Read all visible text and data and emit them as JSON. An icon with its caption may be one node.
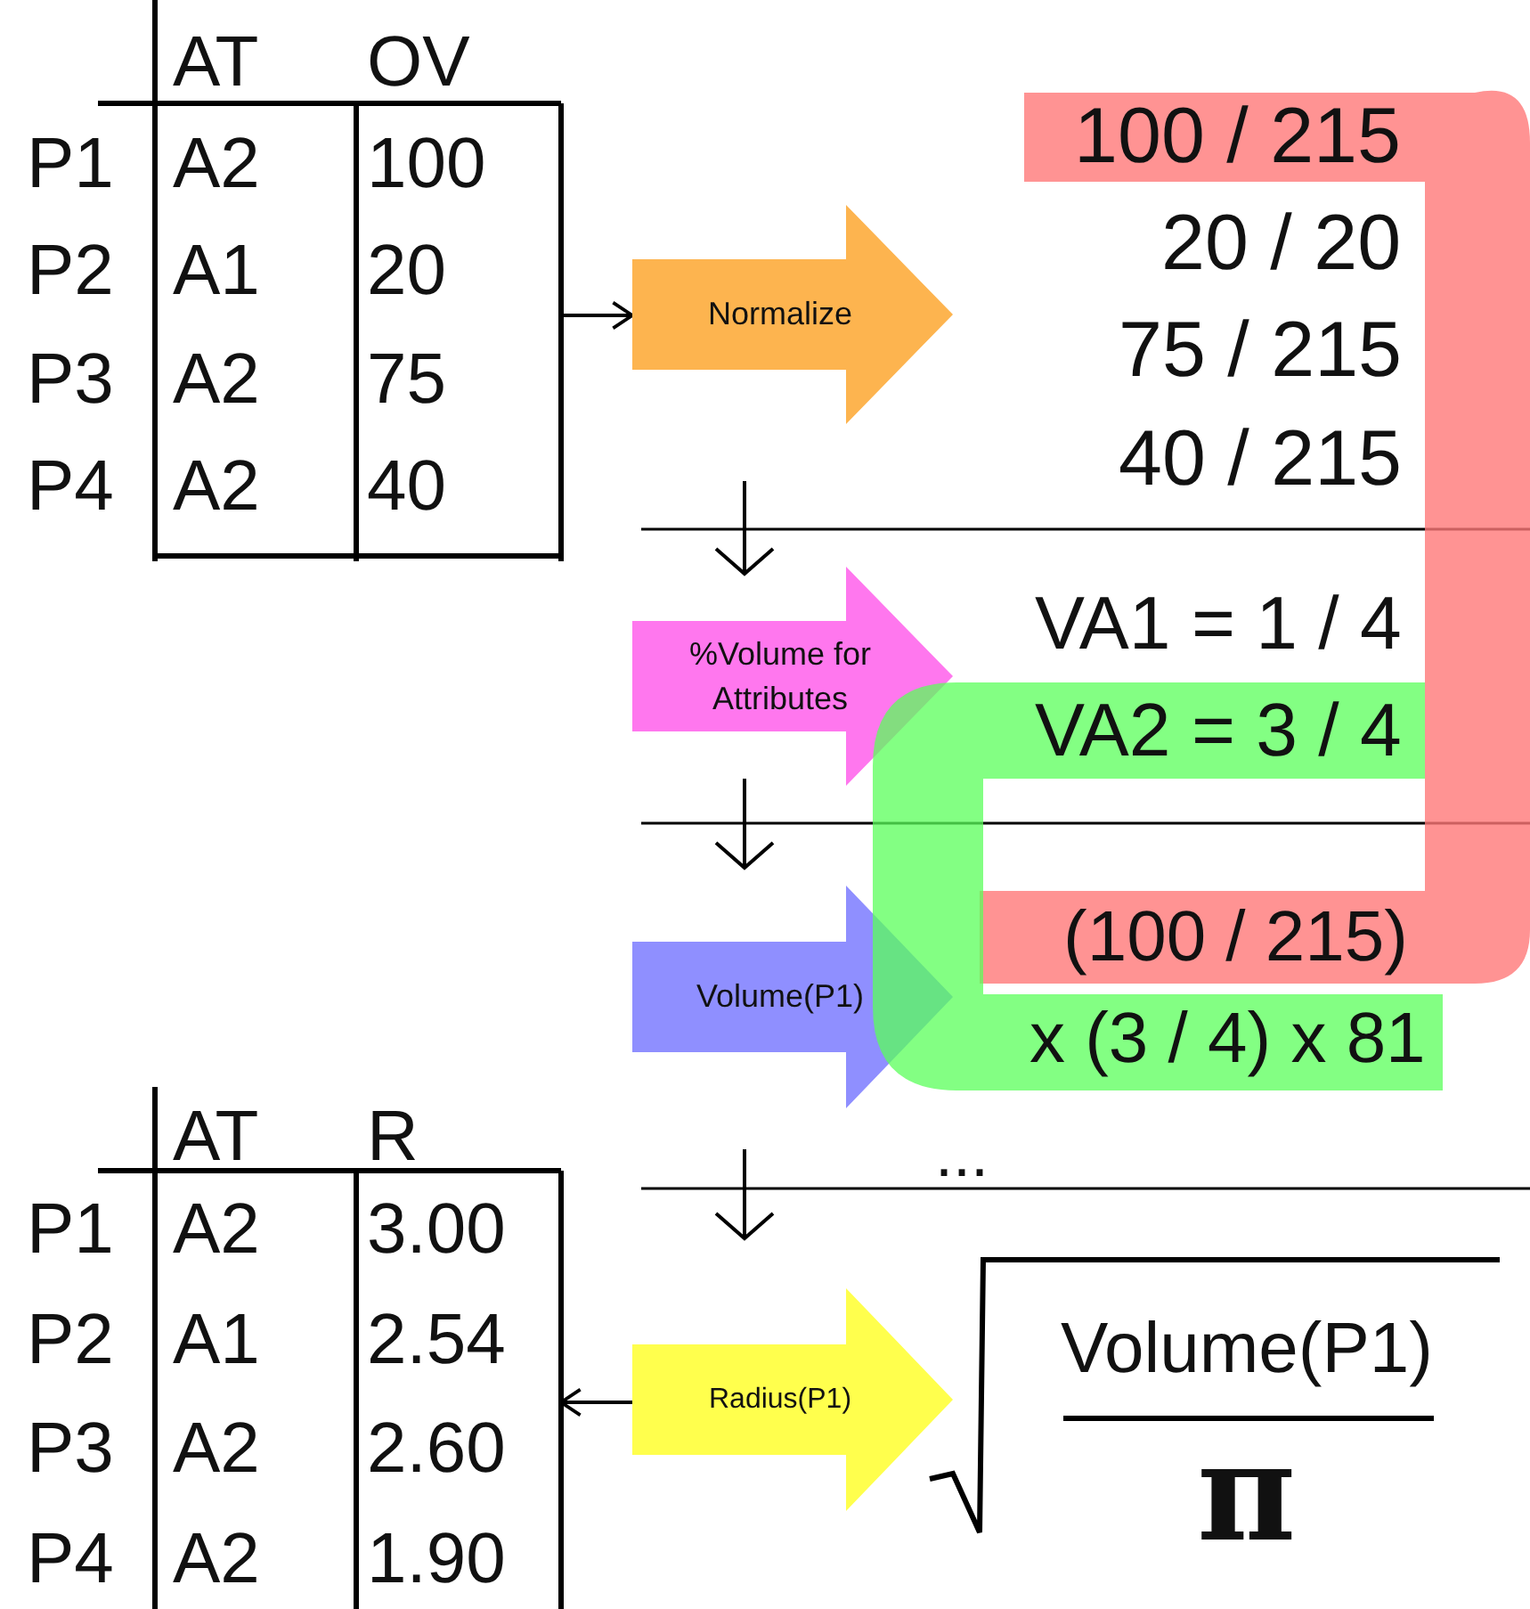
{
  "diagram": {
    "nodes": [
      {
        "text": [
          "AT",
          "OV",
          "P1",
          "A2",
          "100",
          "P2",
          "A1",
          "20",
          "P3",
          "A2",
          "75",
          "P4",
          "A2",
          "40"
        ]
      },
      {
        "text": [
          "Normalize"
        ]
      },
      {
        "text": [
          "%Volume for Attributes"
        ]
      },
      {
        "text": [
          "Volume(P1)"
        ]
      },
      {
        "text": [
          "Radius(P1)"
        ]
      },
      {
        "text": [
          "AT",
          "R",
          "P1",
          "A2",
          "3.00",
          "P2",
          "A1",
          "2.54",
          "P3",
          "A2",
          "2.60",
          "P4",
          "A2",
          "1.90"
        ]
      }
    ],
    "edges": [
      {
        "from": 0,
        "to": 1,
        "arrow": "to"
      },
      {
        "from": 4,
        "to": 5,
        "arrow": "to"
      }
    ],
    "labels": [
      "100 / 215",
      "20 / 20",
      "75 / 215",
      "40 / 215",
      "VA1 = 1 / 4",
      "VA2 = 3 / 4",
      "(100 / 215)",
      "x (3 / 4) x 81",
      "...",
      "Volume(P1)",
      "π"
    ]
  }
}
